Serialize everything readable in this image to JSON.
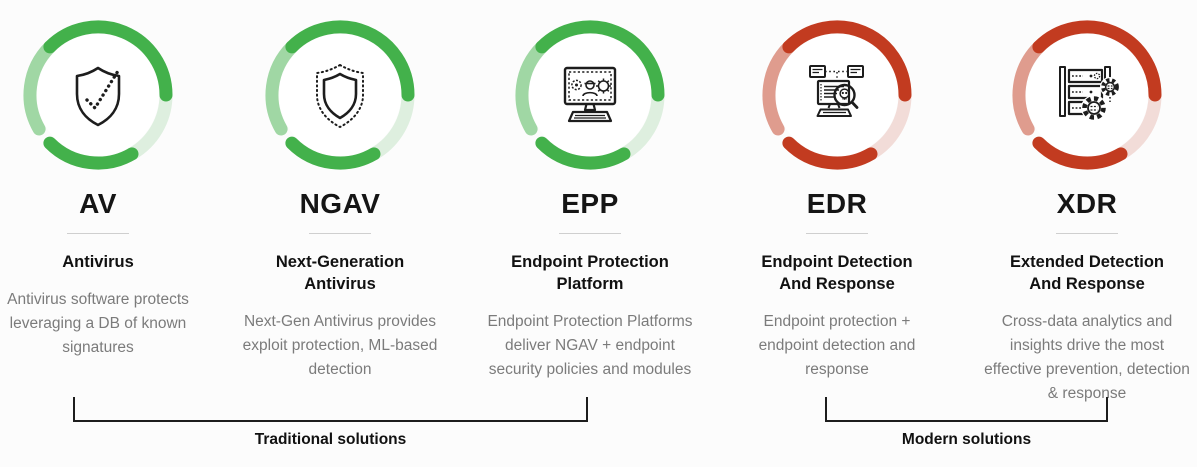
{
  "colors": {
    "ring_green": "#43b14b",
    "ring_red": "#c23b20",
    "title_ink": "#151515",
    "description_gray": "#7b7b7b",
    "background": "#fcfcfc"
  },
  "solutions": [
    {
      "acronym": "AV",
      "name_lines": [
        "Antivirus"
      ],
      "description": "Antivirus software protects leveraging a DB of known signatures",
      "ring": "green",
      "icon": "shield-check-icon"
    },
    {
      "acronym": "NGAV",
      "name_lines": [
        "Next-Generation",
        "Antivirus"
      ],
      "description": "Next-Gen Antivirus provides exploit protection, ML-based detection",
      "ring": "green",
      "icon": "dotted-shield-icon"
    },
    {
      "acronym": "EPP",
      "name_lines": [
        "Endpoint Protection",
        "Platform"
      ],
      "description": "Endpoint Protection Platforms deliver NGAV + endpoint security policies and modules",
      "ring": "green",
      "icon": "monitor-threat-scan-icon"
    },
    {
      "acronym": "EDR",
      "name_lines": [
        "Endpoint Detection",
        "And Response"
      ],
      "description": "Endpoint protection + endpoint detection and response",
      "ring": "red",
      "icon": "monitor-skull-magnifier-icon"
    },
    {
      "acronym": "XDR",
      "name_lines": [
        "Extended Detection",
        "And Response"
      ],
      "description": "Cross-data analytics and insights drive the most effective prevention, detection & response",
      "ring": "red",
      "icon": "server-gears-icon"
    }
  ],
  "groups": [
    {
      "label": "Traditional solutions"
    },
    {
      "label": "Modern solutions"
    }
  ]
}
